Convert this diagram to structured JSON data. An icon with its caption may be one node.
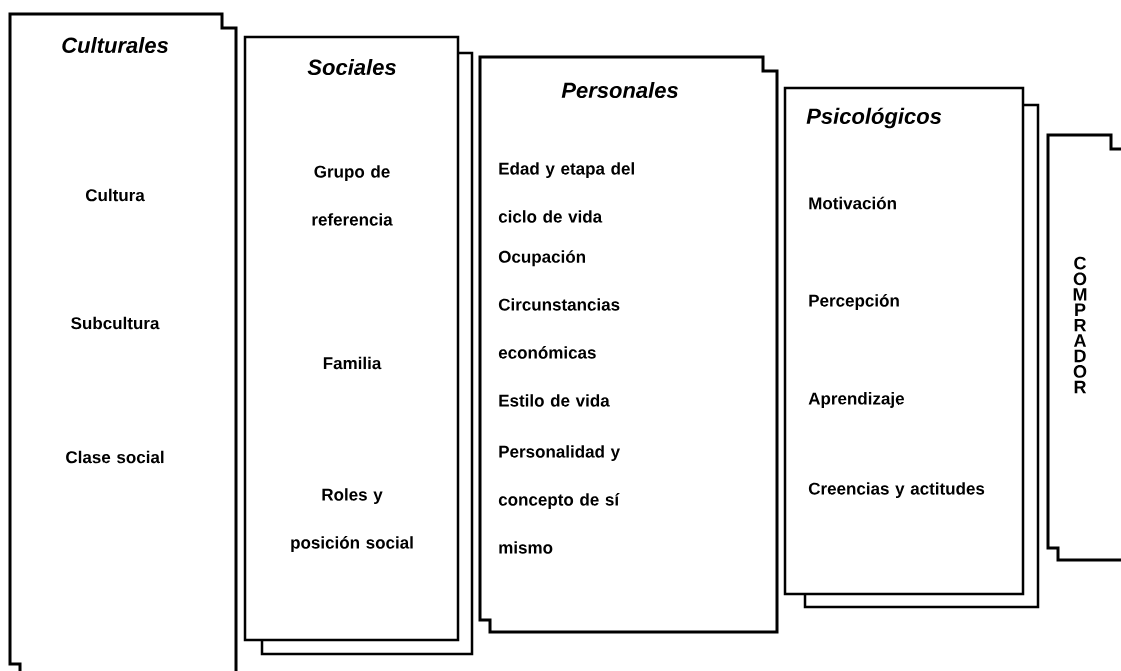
{
  "diagram": {
    "nodes": [
      {
        "text": [
          "Culturales",
          "Cultura",
          "Subcultura",
          "Clase social"
        ]
      },
      {
        "text": [
          "Sociales",
          "Grupo de referencia",
          "Familia",
          "Roles y posición social"
        ]
      },
      {
        "text": [
          "Personales",
          "Edad y etapa del ciclo de vida",
          "Ocupación",
          "Circunstancias económicas",
          "Estilo de vida",
          "Personalidad y concepto de sí mismo"
        ]
      },
      {
        "text": [
          "Psicológicos",
          "Motivación",
          "Percepción",
          "Aprendizaje",
          "Creencias y actitudes"
        ]
      },
      {
        "text": [
          "COMPRADOR"
        ]
      }
    ]
  }
}
